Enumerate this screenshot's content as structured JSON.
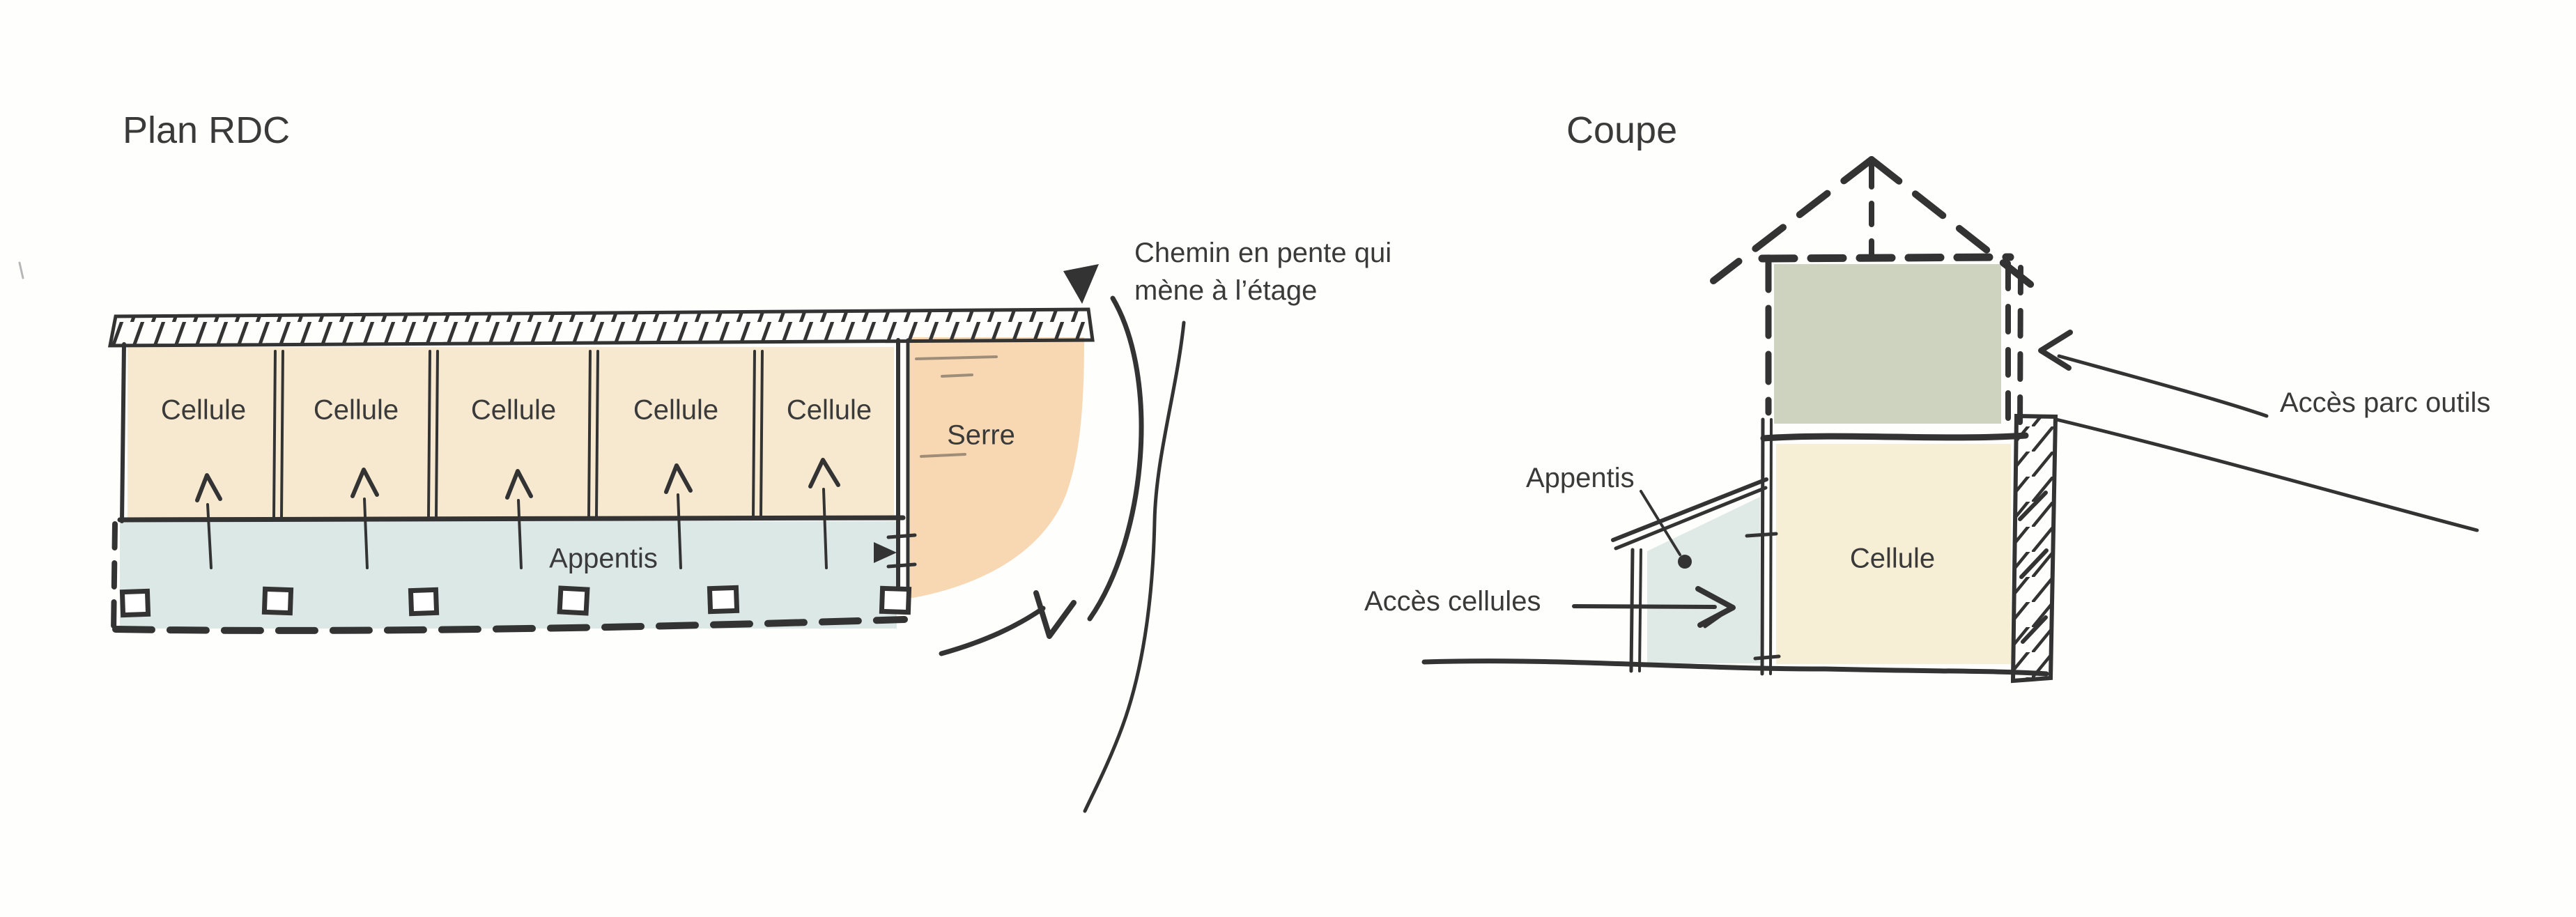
{
  "plan": {
    "title": "Plan RDC",
    "cells": [
      {
        "label": "Cellule"
      },
      {
        "label": "Cellule"
      },
      {
        "label": "Cellule"
      },
      {
        "label": "Cellule"
      },
      {
        "label": "Cellule"
      }
    ],
    "serre_label": "Serre",
    "appentis_label": "Appentis",
    "slope_note": "Chemin en pente qui\nmène à l’étage"
  },
  "coupe": {
    "title": "Coupe",
    "cell_label": "Cellule",
    "appentis_label": "Appentis",
    "access_cells_label": "Accès cellules",
    "access_tools_label": "Accès parc outils"
  },
  "colors": {
    "ink": "#333333",
    "text": "#3a3a3a",
    "cell-fill": "#f6e9d0",
    "serre-fill": "#f8d8b2",
    "appentis-fill": "#dbe8e5",
    "upper-fill": "#cdd3bf",
    "coupe-cell-fill": "#f7eed6",
    "coupe-appentis-fill": "#dfeae7",
    "post-fill": "#ffffff"
  }
}
